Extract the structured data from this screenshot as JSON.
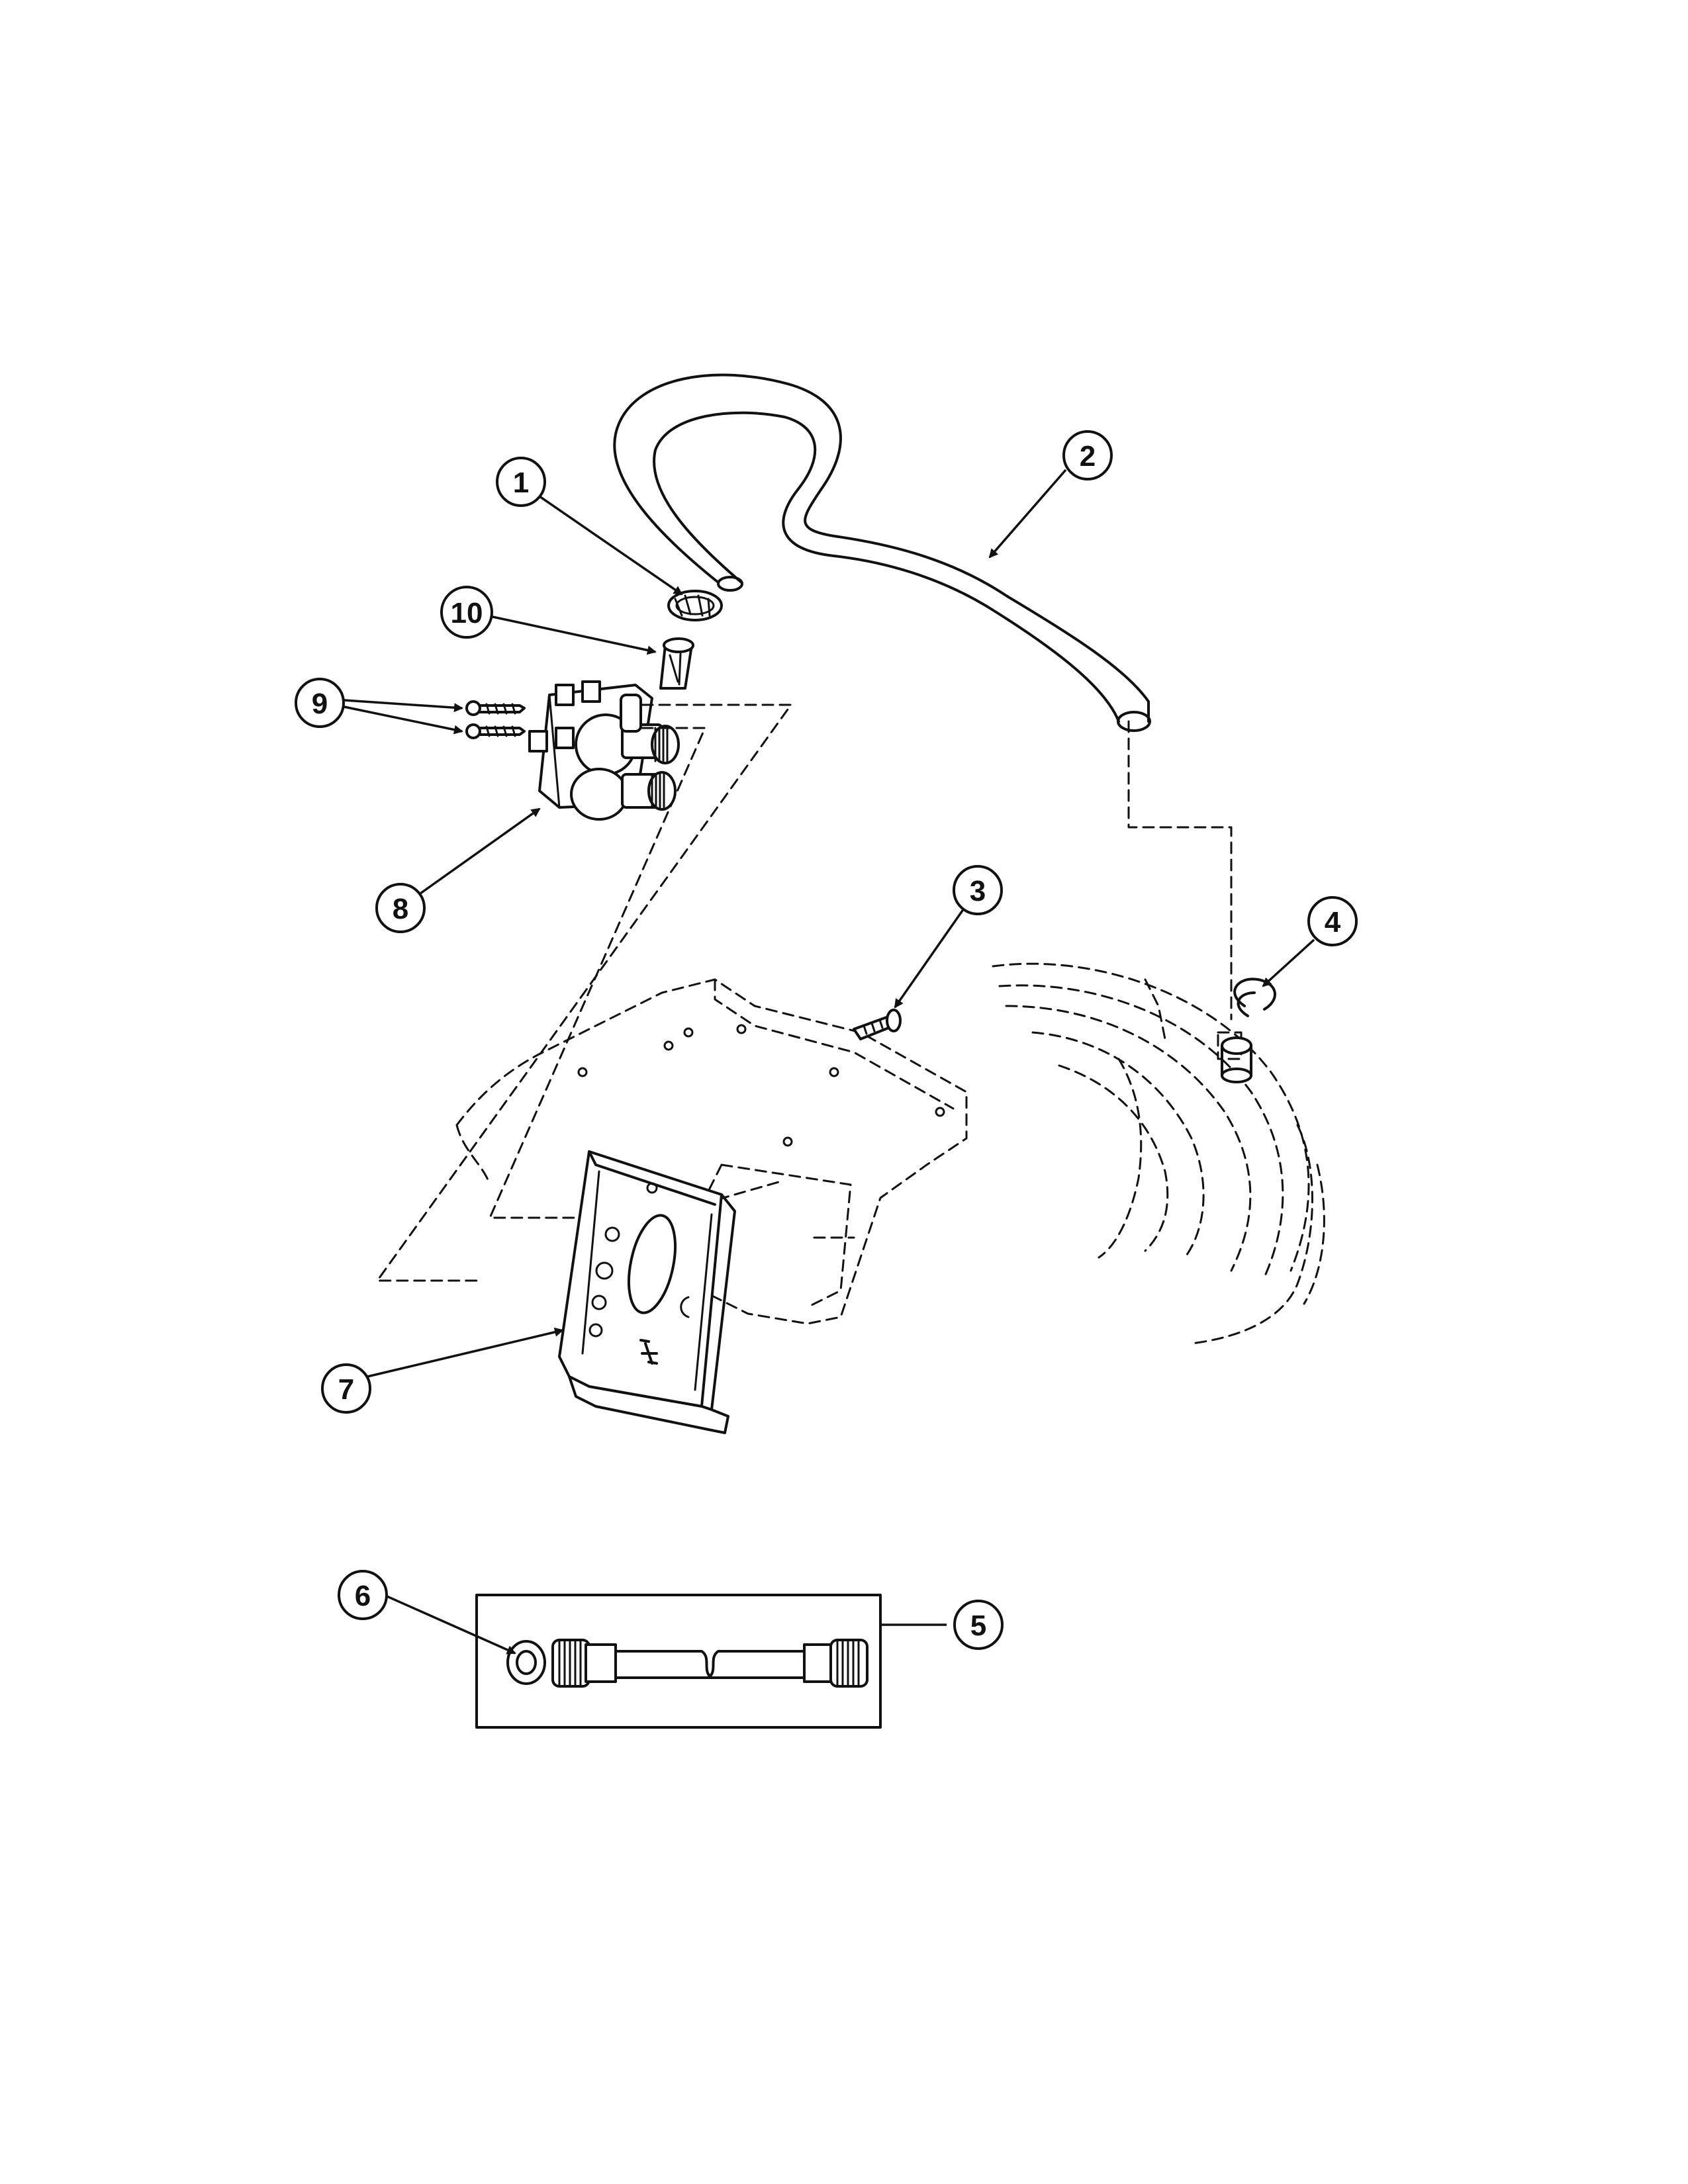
{
  "callouts": [
    {
      "id": "1",
      "label": "1"
    },
    {
      "id": "2",
      "label": "2"
    },
    {
      "id": "3",
      "label": "3"
    },
    {
      "id": "4",
      "label": "4"
    },
    {
      "id": "5",
      "label": "5"
    },
    {
      "id": "6",
      "label": "6"
    },
    {
      "id": "7",
      "label": "7"
    },
    {
      "id": "8",
      "label": "8"
    },
    {
      "id": "9",
      "label": "9"
    },
    {
      "id": "10",
      "label": "10"
    }
  ],
  "colors": {
    "ink": "#111111",
    "paper": "#ffffff"
  }
}
